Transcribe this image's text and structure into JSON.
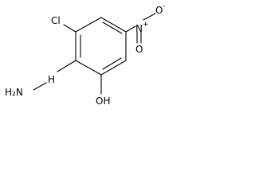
{
  "molecule": {
    "atoms": {
      "cl": "Cl",
      "n_nitro": "N",
      "n_nitro_charge": "+",
      "o_upper": "O",
      "o_upper_charge": "-",
      "o_lower": "O",
      "oh": "OH",
      "nh2": "H₂N",
      "nh": "H"
    }
  }
}
